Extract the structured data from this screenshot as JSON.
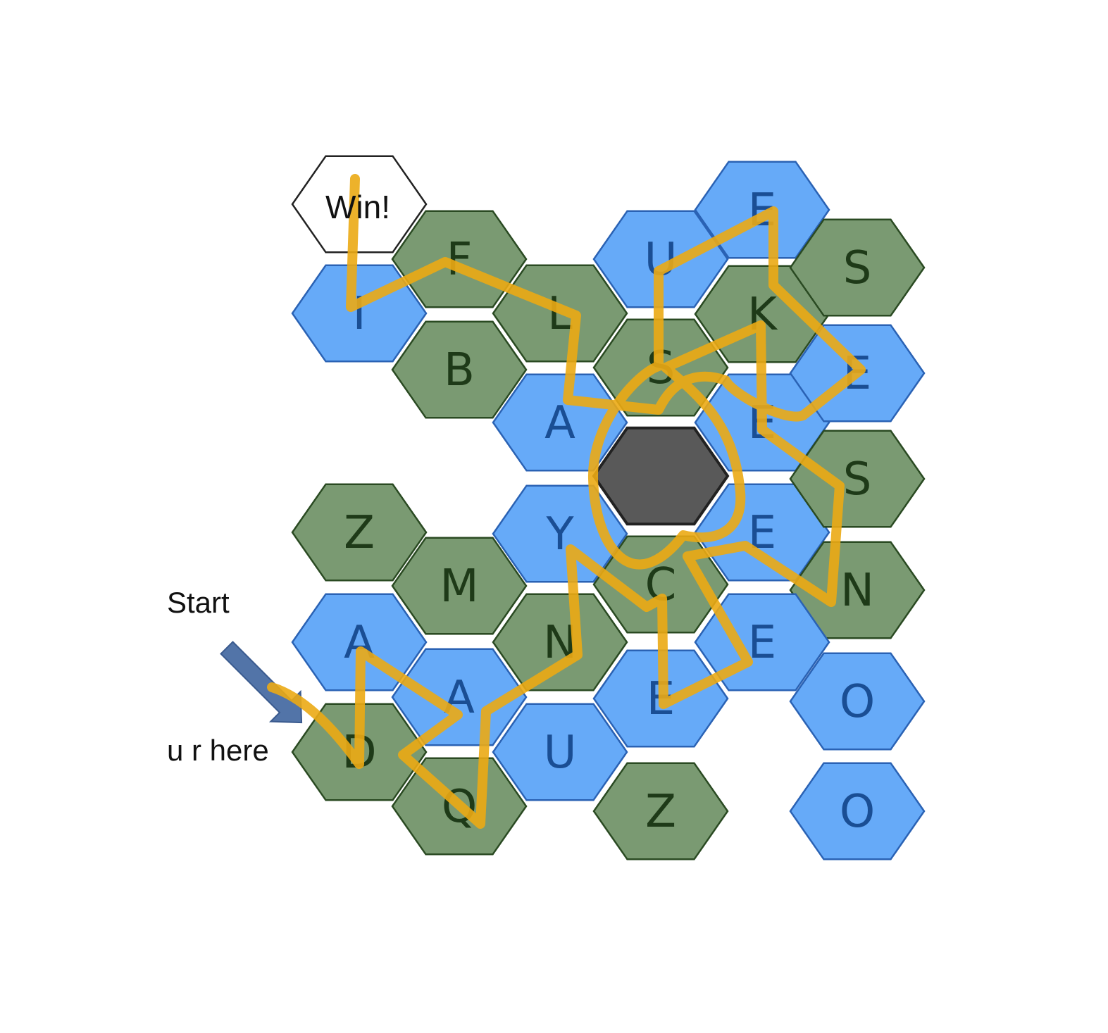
{
  "colors": {
    "green": "#7A9A72",
    "green_stroke": "#2A4A22",
    "green_text": "#1E3A18",
    "blue": "#66AAF8",
    "blue_stroke": "#2A62B4",
    "blue_text": "#1A4E94",
    "white": "#FFFFFF",
    "white_stroke": "#222222",
    "dark": "#595959",
    "path": "#EBAA14",
    "arrow": "#5274A8",
    "arrow_stroke": "#3A5A8E"
  },
  "labels": {
    "start": "Start",
    "here": "u r here"
  },
  "tiles": [
    {
      "letter": "Win!",
      "color": "white"
    },
    {
      "letter": "I",
      "color": "blue"
    },
    {
      "letter": "F",
      "color": "green"
    },
    {
      "letter": "B",
      "color": "green"
    },
    {
      "letter": "L",
      "color": "green"
    },
    {
      "letter": "A",
      "color": "blue"
    },
    {
      "letter": "Y",
      "color": "blue"
    },
    {
      "letter": "U",
      "color": "blue"
    },
    {
      "letter": "S",
      "color": "green"
    },
    {
      "letter": "",
      "color": "dark"
    },
    {
      "letter": "C",
      "color": "green"
    },
    {
      "letter": "E",
      "color": "blue"
    },
    {
      "letter": "K",
      "color": "green"
    },
    {
      "letter": "E",
      "color": "blue"
    },
    {
      "letter": "E",
      "color": "blue"
    },
    {
      "letter": "S",
      "color": "green"
    },
    {
      "letter": "E",
      "color": "blue"
    },
    {
      "letter": "S",
      "color": "green"
    },
    {
      "letter": "N",
      "color": "green"
    },
    {
      "letter": "Z",
      "color": "green"
    },
    {
      "letter": "M",
      "color": "green"
    },
    {
      "letter": "A",
      "color": "blue"
    },
    {
      "letter": "A",
      "color": "blue"
    },
    {
      "letter": "D",
      "color": "green"
    },
    {
      "letter": "Q",
      "color": "green"
    },
    {
      "letter": "N",
      "color": "green"
    },
    {
      "letter": "U",
      "color": "blue"
    },
    {
      "letter": "E",
      "color": "blue"
    },
    {
      "letter": "Z",
      "color": "green"
    },
    {
      "letter": "E",
      "color": "blue"
    },
    {
      "letter": "O",
      "color": "blue"
    },
    {
      "letter": "O",
      "color": "blue"
    }
  ]
}
